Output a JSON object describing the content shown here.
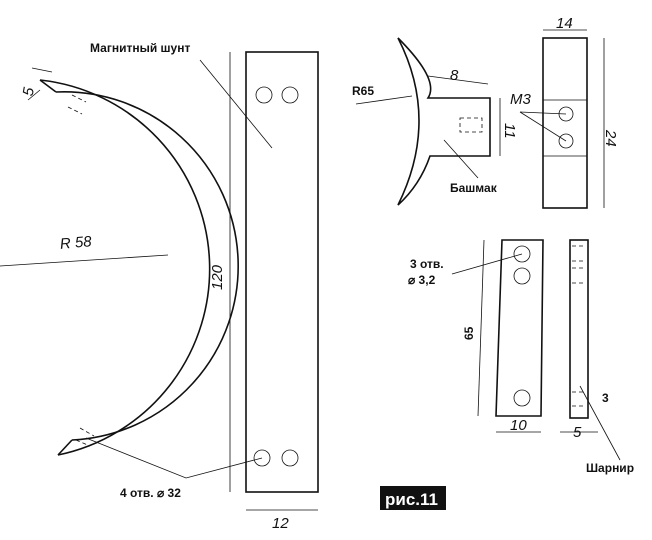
{
  "labels": {
    "magnetic_shunt": "Магнитный шунт",
    "r58": "R 58",
    "dim_5_arc": "5",
    "dim_120": "120",
    "dim_12": "12",
    "holes_32": "4 отв.  ⌀ 32",
    "r65": "R65",
    "dim_8": "8",
    "dim_11": "11",
    "shoe": "Башмак",
    "dim_14": "14",
    "m3": "M3",
    "dim_24": "24",
    "holes_3_2_line1": "3 отв.",
    "holes_3_2_line2": "⌀ 3,2",
    "dim_65": "65",
    "dim_10": "10",
    "dim_5": "5",
    "dim_3": "3",
    "hinge": "Шарнир",
    "figure": "рис.11"
  }
}
